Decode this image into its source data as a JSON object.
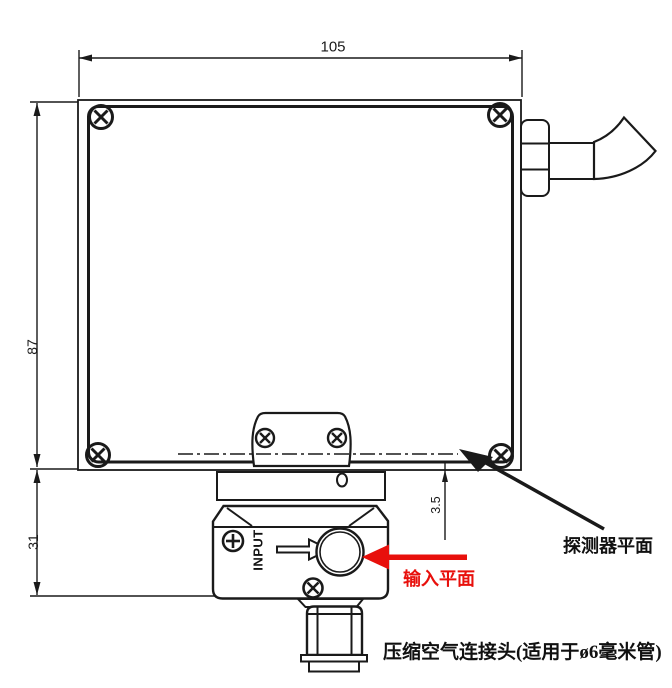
{
  "drawing": {
    "title_hint": "detector pneumatic enclosure dimension drawing",
    "dimensions": {
      "width_top": "105",
      "height_left": "87",
      "lower_height_left": "31",
      "detector_plane_offset": "3.5"
    },
    "labels": {
      "input_port": "INPUT",
      "input_plane": "输入平面",
      "detector_plane": "探测器平面",
      "air_connector": "压缩空气连接头(适用于ø6毫米管)"
    },
    "colors": {
      "line": "#1a1a1a",
      "annotation_red": "#e8100c",
      "background": "#ffffff"
    }
  }
}
